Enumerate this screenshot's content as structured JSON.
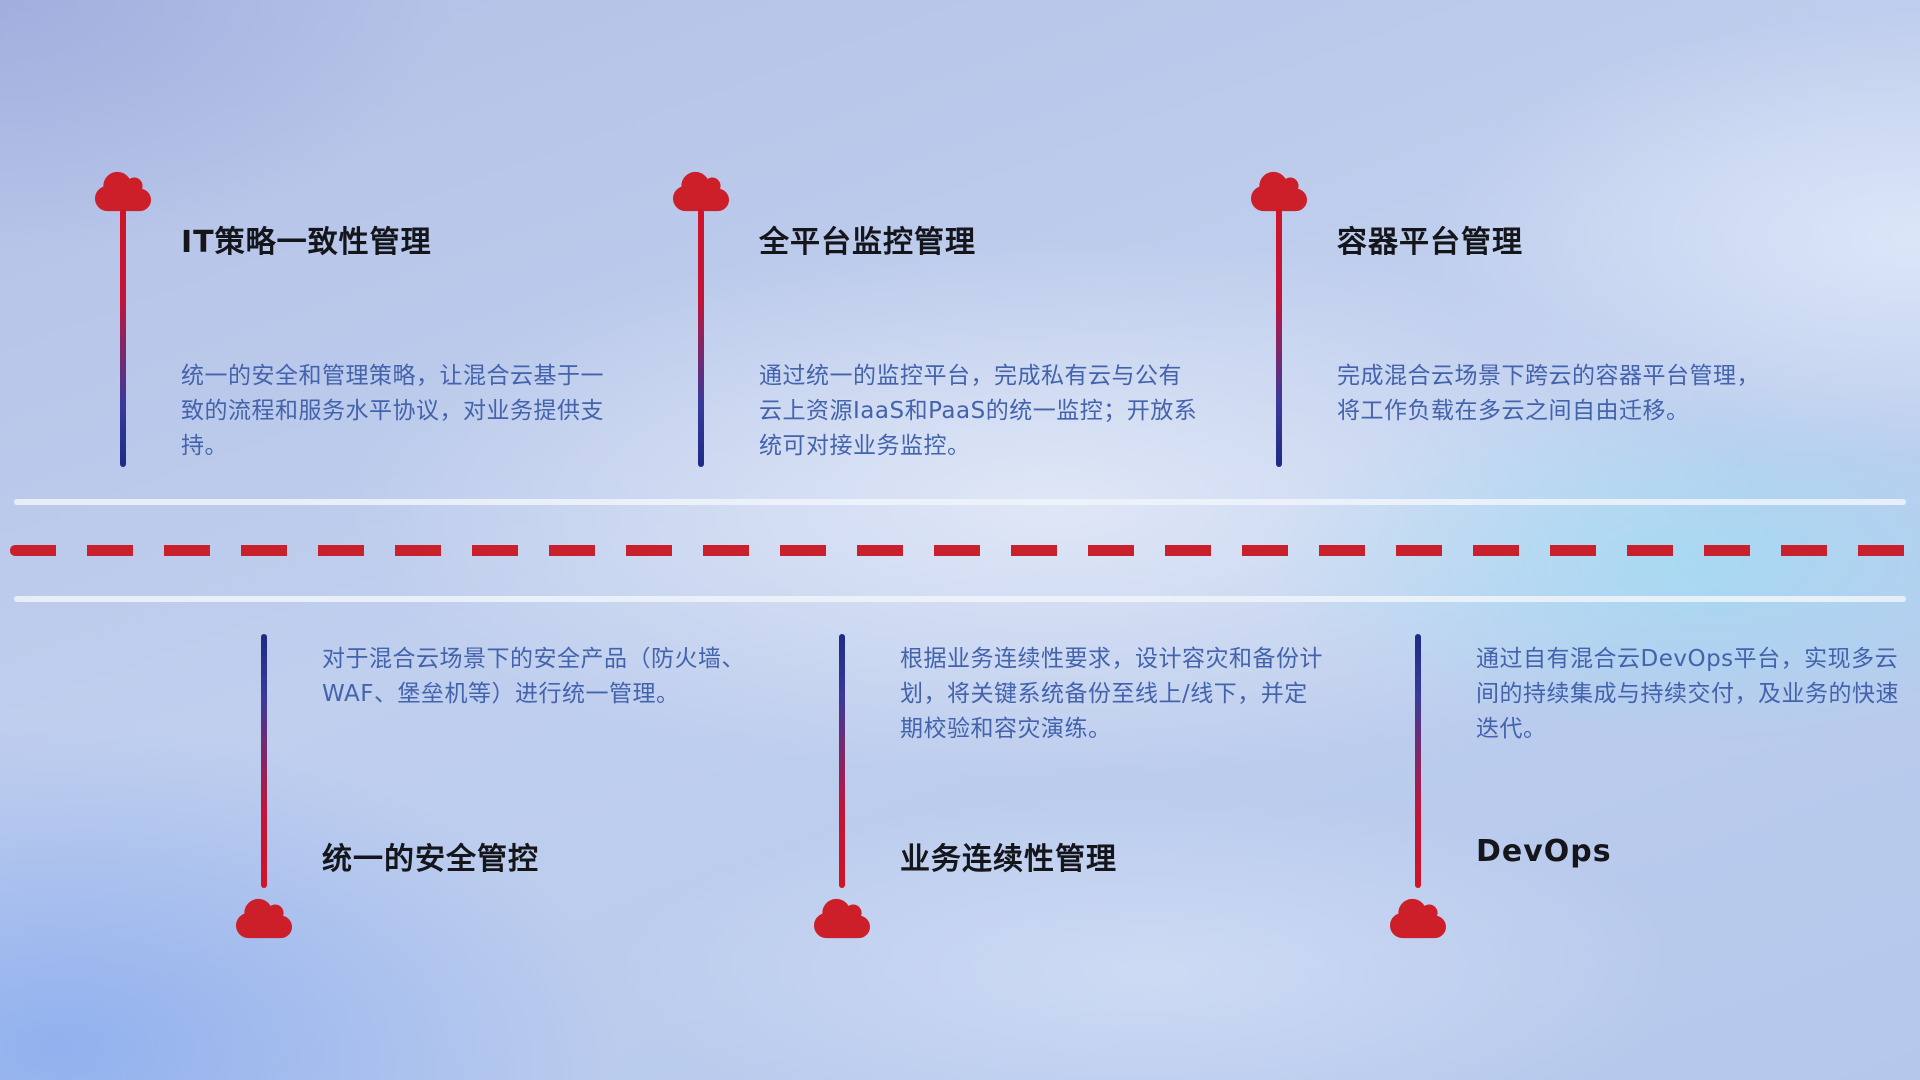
{
  "colors": {
    "accent_red": "#c8202c",
    "deep_blue": "#1d2b86",
    "description_blue": "#4363ad",
    "title_dark": "#14161c",
    "divider_light": "#f0f4fa"
  },
  "top_items": [
    {
      "title": "IT策略一致性管理",
      "description": "统一的安全和管理策略，让混合云基于一致的流程和服务水平协议，对业务提供支持。"
    },
    {
      "title": "全平台监控管理",
      "description": "通过统一的监控平台，完成私有云与公有云上资源IaaS和PaaS的统一监控；开放系统可对接业务监控。"
    },
    {
      "title": "容器平台管理",
      "description": "完成混合云场景下跨云的容器平台管理，将工作负载在多云之间自由迁移。"
    }
  ],
  "bottom_items": [
    {
      "title": "统一的安全管控",
      "description": "对于混合云场景下的安全产品（防火墙、WAF、堡垒机等）进行统一管理。"
    },
    {
      "title": "业务连续性管理",
      "description": "根据业务连续性要求，设计容灾和备份计划，将关键系统备份至线上/线下，并定期校验和容灾演练。"
    },
    {
      "title": "DevOps",
      "description": "通过自有混合云DevOps平台，实现多云间的持续集成与持续交付，及业务的快速迭代。"
    }
  ],
  "icons": {
    "marker": "cloud-icon"
  }
}
